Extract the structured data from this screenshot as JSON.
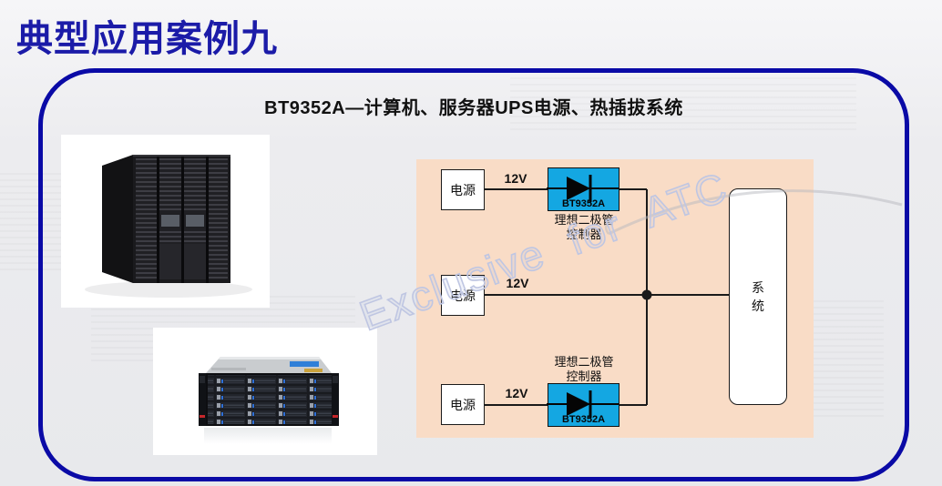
{
  "slide": {
    "title": "典型应用案例九",
    "subtitle": "BT9352A—计算机、服务器UPS电源、热插拔系统",
    "watermark": "Exclusive for ATC"
  },
  "colors": {
    "accent": "#1b1ba8",
    "frame_border": "#0a0aa6",
    "diagram_bg": "#f9dcc6",
    "device_blue": "#14a7e2",
    "wire": "#1a1a1a",
    "watermark_stroke": "#bfc6e2"
  },
  "diagram": {
    "power_label": "电源",
    "voltage_label": "12V",
    "device_name": "BT9352A",
    "controller_label": [
      "理想二极管",
      "控制器"
    ],
    "system_label": [
      "系",
      "统"
    ]
  }
}
